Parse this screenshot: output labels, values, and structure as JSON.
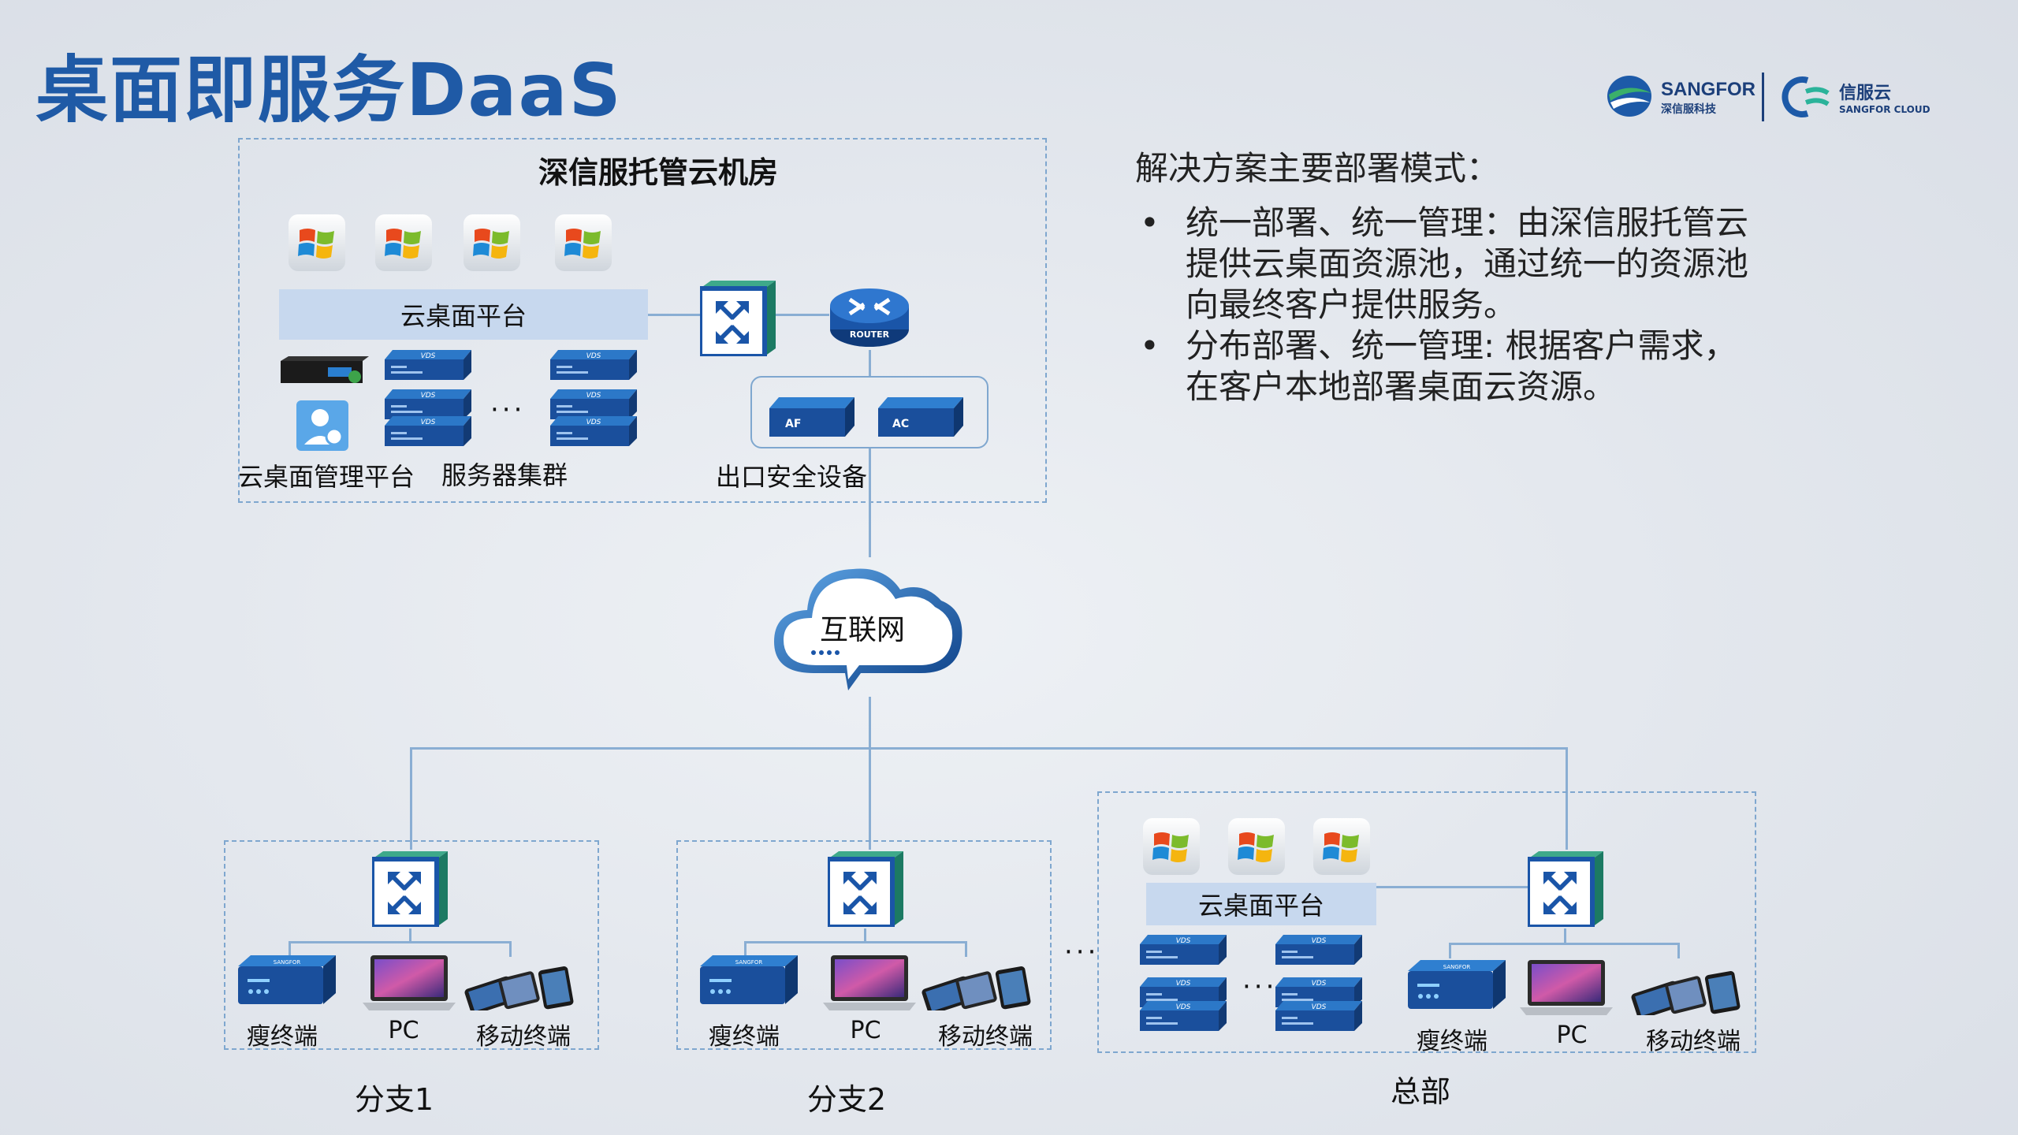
{
  "title": "桌面即服务DaaS",
  "logo": {
    "sangfor_en": "SANGFOR",
    "sangfor_cn": "深信服科技",
    "cloud_cn": "信服云",
    "cloud_en": "SANGFOR CLOUD"
  },
  "datacenter": {
    "title": "深信服托管云机房",
    "platform_label": "云桌面平台",
    "mgmt_label": "云桌面管理平台",
    "cluster_label": "服务器集群",
    "cluster_ellipsis": "···",
    "security_label": "出口安全设备",
    "router_text": "ROUTER",
    "af_text": "AF",
    "ac_text": "AC",
    "vds_text": "VDS"
  },
  "internet": {
    "label": "互联网"
  },
  "branches": [
    {
      "name": "分支1",
      "thin": "瘦终端",
      "pc": "PC",
      "mobile": "移动终端"
    },
    {
      "name": "分支2",
      "thin": "瘦终端",
      "pc": "PC",
      "mobile": "移动终端"
    }
  ],
  "hq": {
    "name": "总部",
    "platform_label": "云桌面平台",
    "thin": "瘦终端",
    "pc": "PC",
    "mobile": "移动终端",
    "ellipsis": "···"
  },
  "between_ellipsis": "···",
  "solution": {
    "heading": "解决方案主要部署模式：",
    "items": [
      "统一部署、统一管理：由深信服托管云提供云桌面资源池，通过统一的资源池向最终客户提供服务。",
      "分布部署、统一管理: 根据客户需求，在客户本地部署桌面云资源。"
    ]
  },
  "colors": {
    "title": "#1f5aa6",
    "line": "#8aaed3",
    "dash": "#7fa7cf",
    "platform_bar": "#c7d8ee",
    "device_blue": "#1a55a8"
  },
  "icons": {
    "windows": "windows-logo-icon",
    "switch": "network-switch-icon",
    "router": "router-icon",
    "cloud": "internet-cloud-icon",
    "server": "vds-server-icon",
    "thin_client": "thin-client-icon",
    "pc": "laptop-icon",
    "mobile": "mobile-devices-icon",
    "user_admin": "admin-user-icon"
  }
}
